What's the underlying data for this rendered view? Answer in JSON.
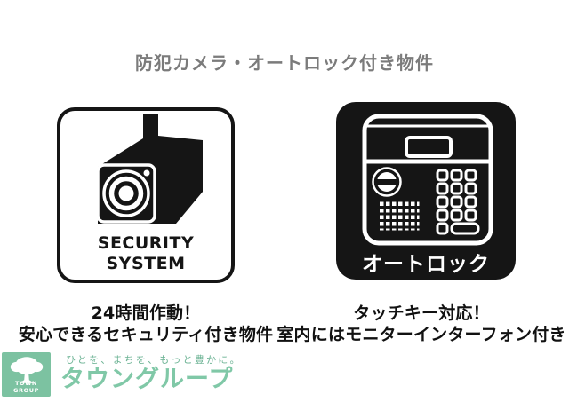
{
  "title": {
    "text": "防犯カメラ・オートロック付き物件",
    "color": "#7b7b7b"
  },
  "badges": {
    "security": {
      "icon": "cctv-camera-icon",
      "line1": "SECURITY",
      "line2": "SYSTEM"
    },
    "autolock": {
      "icon": "intercom-keypad-icon",
      "label": "オートロック"
    }
  },
  "captions": {
    "security": {
      "line1": "24時間作動！",
      "line2": "安心できるセキュリティ付き物件"
    },
    "autolock": {
      "line1": "タッチキー対応！",
      "line2": "室内にはモニターインターフォン付き"
    }
  },
  "footer": {
    "logo_text": "TOWN GROUP",
    "tree_icon": "tree-icon",
    "tagline": "ひとを、まちを、もっと豊かに。",
    "brand": "タウングループ",
    "colors": {
      "logo_bg": "#7cc2a1",
      "tagline": "#6cb394",
      "brand": "#80c8a7"
    }
  },
  "colors": {
    "background": "#ffffff",
    "ink": "#151515",
    "title_gray": "#7b7b7b"
  }
}
